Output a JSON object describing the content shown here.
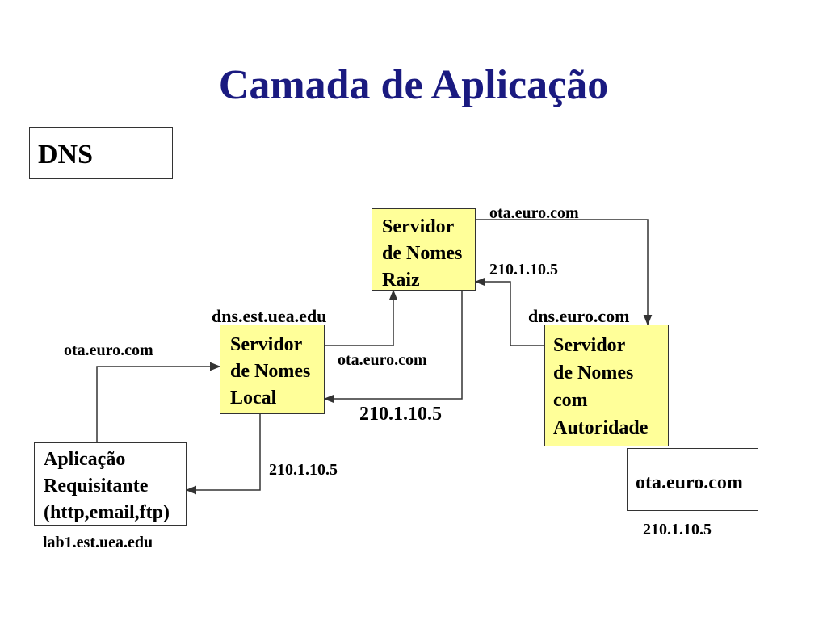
{
  "title": "Camada de Aplicação",
  "section_label": "DNS",
  "nodes": {
    "root": {
      "lines": [
        "Servidor",
        "de Nomes",
        "Raiz"
      ]
    },
    "local": {
      "lines": [
        "Servidor",
        "de Nomes",
        "Local"
      ]
    },
    "authority": {
      "lines": [
        "Servidor",
        "de Nomes",
        "com",
        "Autoridade"
      ]
    },
    "client": {
      "lines": [
        "Aplicação",
        "Requisitante",
        "(http,email,ftp)"
      ]
    },
    "record": {
      "text": "ota.euro.com"
    }
  },
  "labels": {
    "client_host": "lab1.est.uea.edu",
    "local_host": "dns.est.uea.edu",
    "authority_host": "dns.euro.com",
    "query_client_to_local": "ota.euro.com",
    "query_local_to_root": "ota.euro.com",
    "query_root_to_authority": "ota.euro.com",
    "reply_authority_to_root": "210.1.10.5",
    "reply_root_to_local": "210.1.10.5",
    "reply_local_to_client": "210.1.10.5",
    "record_address": "210.1.10.5"
  },
  "colors": {
    "title": "#1a1a80",
    "server_fill": "#ffff99",
    "line": "#333333"
  }
}
